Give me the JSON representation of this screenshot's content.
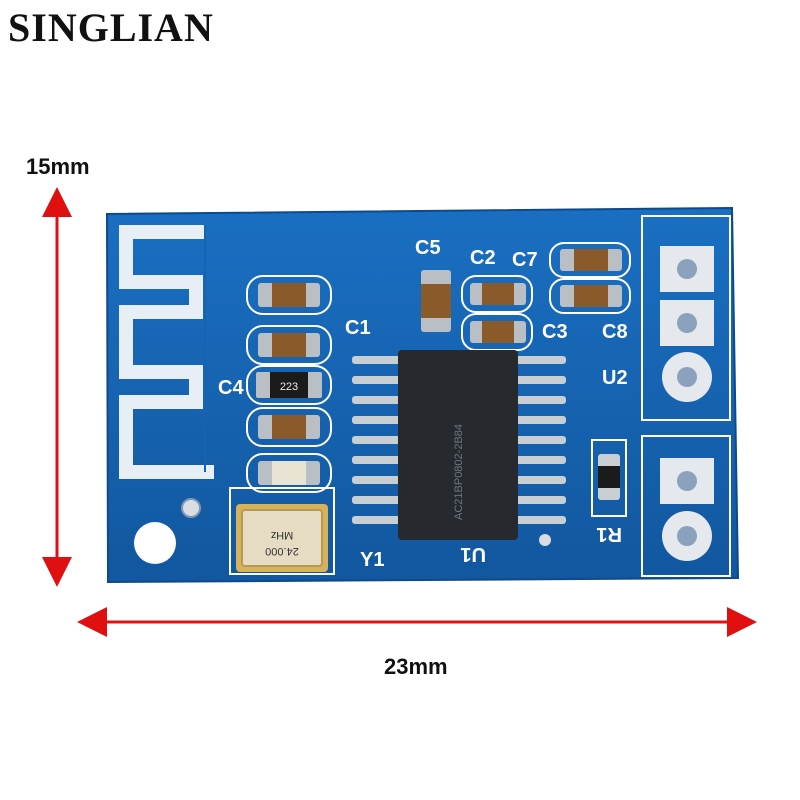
{
  "brand": "SINGLIAN",
  "dimensions": {
    "height_label": "15mm",
    "width_label": "23mm"
  },
  "colors": {
    "pcb": "#1565b5",
    "pcb_dark": "#0e4f95",
    "arrow": "#e01010",
    "silkscreen": "#ffffff",
    "chip": "#26292e",
    "pin": "#c9ced3",
    "gold": "#d6b25a"
  },
  "board": {
    "component_labels": {
      "c1": "C1",
      "c2": "C2",
      "c3": "C3",
      "c4": "C4",
      "c5": "C5",
      "c7": "C7",
      "c8": "C8",
      "y1": "Y1",
      "u1": "U1",
      "u2": "U2",
      "r1": "R1"
    },
    "resistor_marking": "223",
    "crystal_frequency": "24.000",
    "crystal_unit": "MHz",
    "chip_marking": "AC21BP0802-2B84"
  }
}
